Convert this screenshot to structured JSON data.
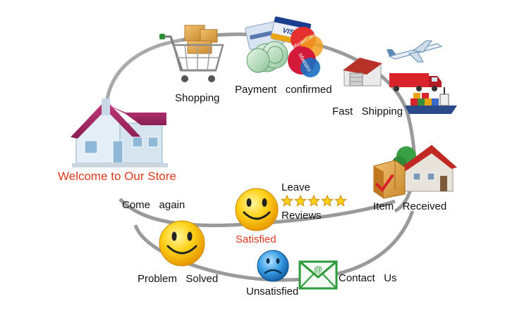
{
  "welcome": "Welcome to Our Store",
  "steps": {
    "shopping": "Shopping",
    "payment": "Payment   confirmed",
    "shipping": "Fast   Shipping",
    "received": "Item   Received",
    "leave": "Leave",
    "reviews": "Reviews",
    "satisfied": "Satisfied",
    "come_again": "Come   again",
    "problem_solved": "Problem   Solved",
    "unsatisfied": "Unsatisfied",
    "contact": "Contact   Us"
  },
  "card_logos": {
    "visa": "VISA",
    "mastercard": "MasterCard",
    "maestro": "Maestro"
  },
  "review_stars": 5,
  "colors": {
    "welcome_text": "#e03a1c",
    "satisfied_text": "#e03a1c",
    "ring": "#9a9a9a",
    "smiley_yellow": "#ffd21a",
    "sad_blue": "#2a90d8",
    "envelope_green": "#2e9b3a"
  }
}
